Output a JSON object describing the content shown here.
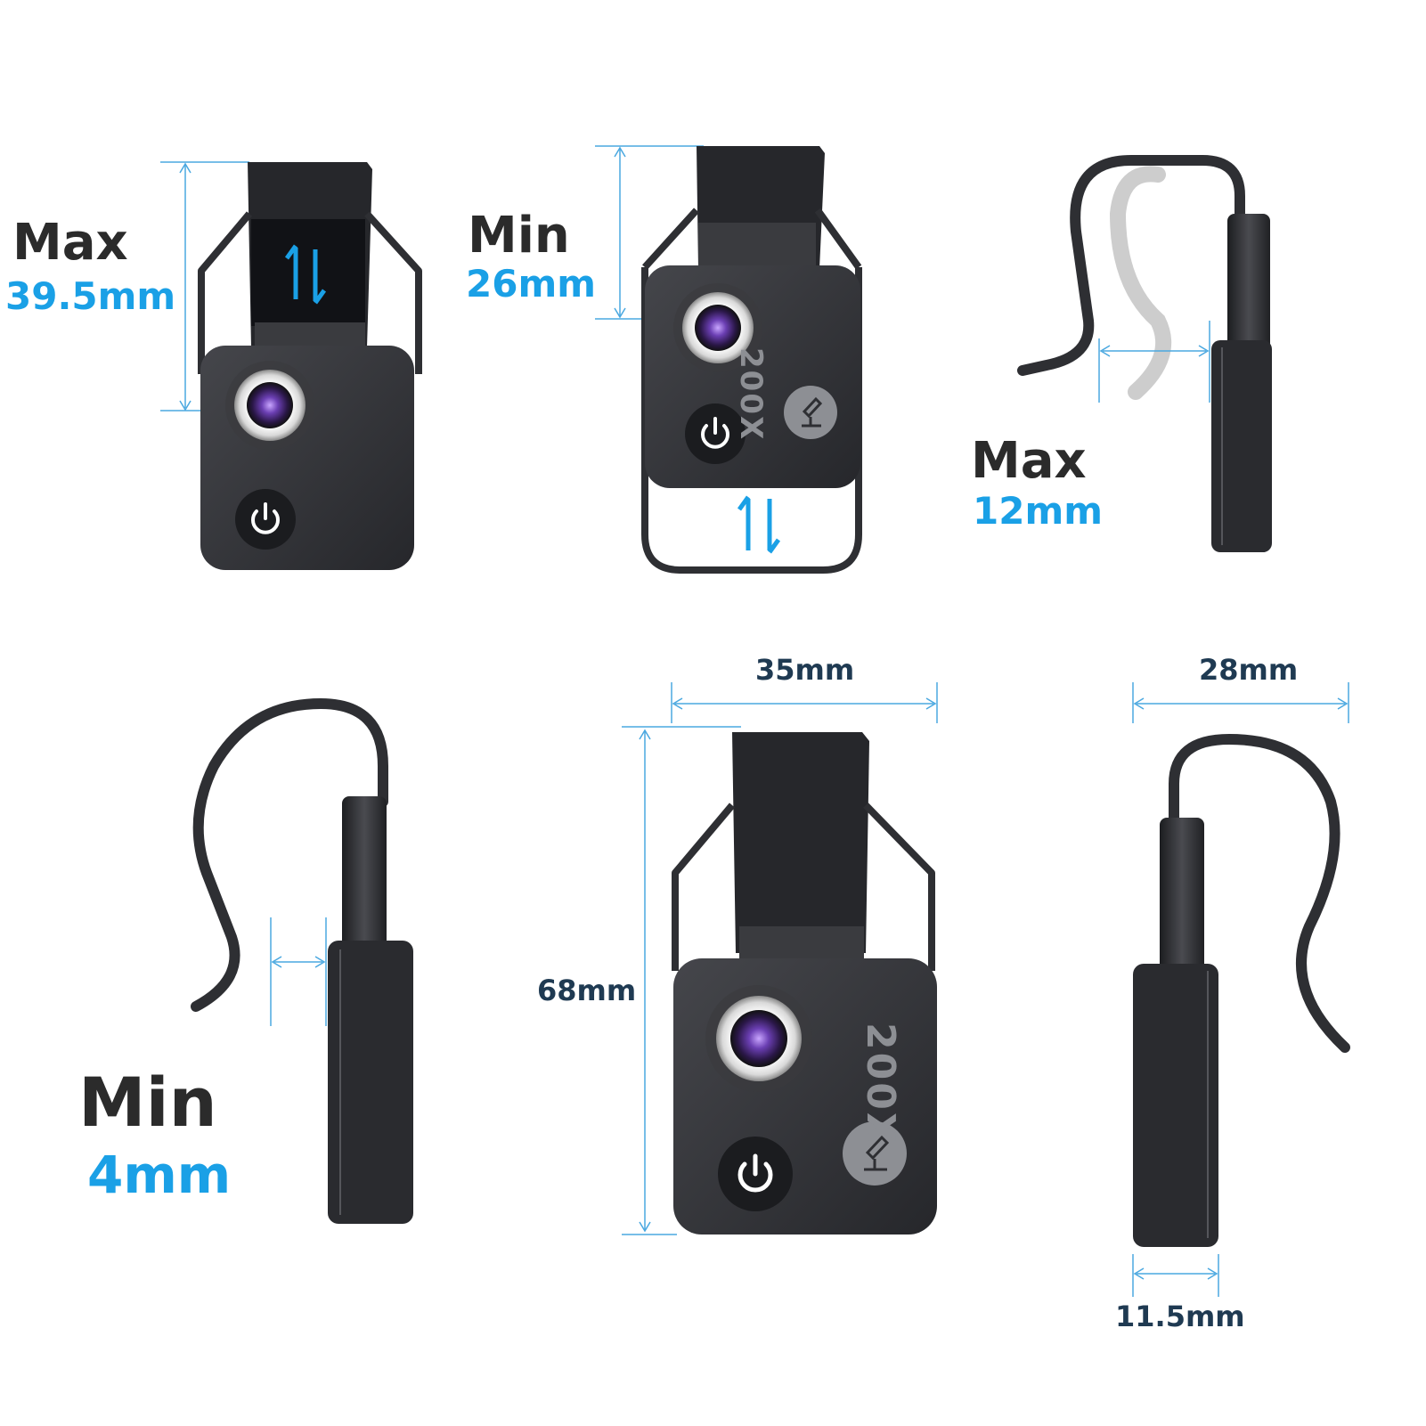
{
  "panels": {
    "clip_max": {
      "label": "Max",
      "value": "39.5mm"
    },
    "clip_min": {
      "label": "Min",
      "value": "26mm"
    },
    "gap_max": {
      "label": "Max",
      "value": "12mm"
    },
    "gap_min": {
      "label": "Min",
      "value": "4mm"
    }
  },
  "dimensions": {
    "width": "35mm",
    "height": "68mm",
    "depth_clip": "28mm",
    "depth_body": "11.5mm"
  },
  "device": {
    "magnification": "200X",
    "power_icon": "power-icon",
    "badge_icon": "microscope-icon"
  },
  "colors": {
    "accent": "#1aa0e6",
    "device_body": "#2e2f33",
    "dimension_line": "#4aa8e0"
  }
}
